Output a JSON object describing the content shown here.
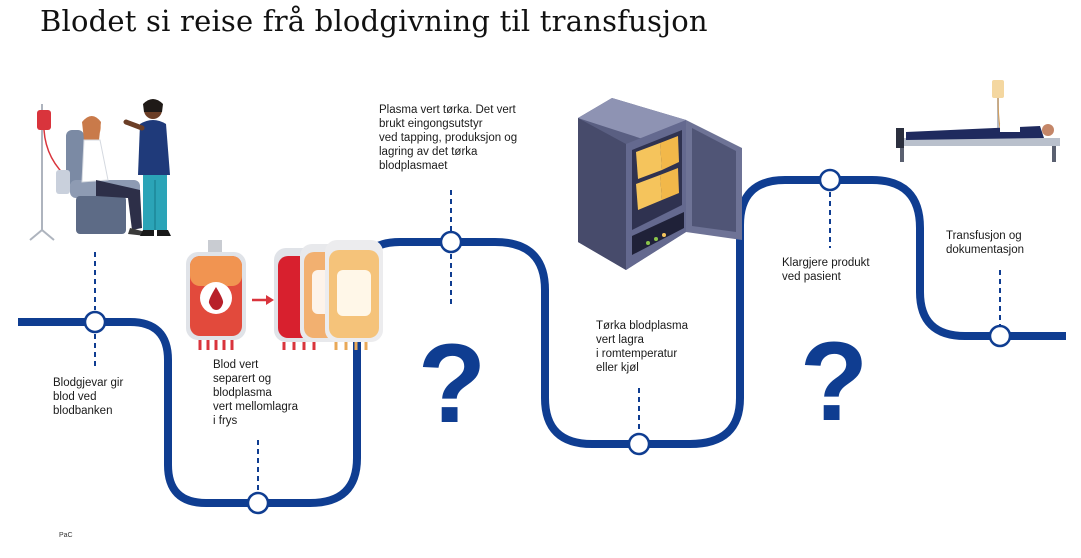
{
  "title": "Blodet si reise frå blodgivning til transfusjon",
  "footer": "PaC",
  "colors": {
    "path": "#0f3d91",
    "question": "#0f3d91",
    "bag_red": "#d9343c",
    "bag_orange": "#f0a55a",
    "cabinet": "#545a7e"
  },
  "steps": [
    {
      "text": "Blodgjevar gir\nblod ved\nblodbanken",
      "icon": "blood-donor-illustration"
    },
    {
      "text": "Blod vert\nseparert og\nblodplasma\nvert mellomlagra\ni frys",
      "icon": "blood-bag-separation-illustration"
    },
    {
      "text": "Plasma vert tørka. Det vert\nbrukt  eingongsutstyr\nved tapping, produksjon og\nlagring av det tørka\nblodplasmaet",
      "icon": "question-mark-icon"
    },
    {
      "text": "Tørka blodplasma\nvert lagra\ni romtemperatur\neller kjøl",
      "icon": "storage-cabinet-illustration"
    },
    {
      "text": "Klargjere produkt\nved pasient",
      "icon": "question-mark-icon"
    },
    {
      "text": "Transfusjon og\ndokumentasjon",
      "icon": "patient-bed-illustration"
    }
  ],
  "question_mark": "?"
}
